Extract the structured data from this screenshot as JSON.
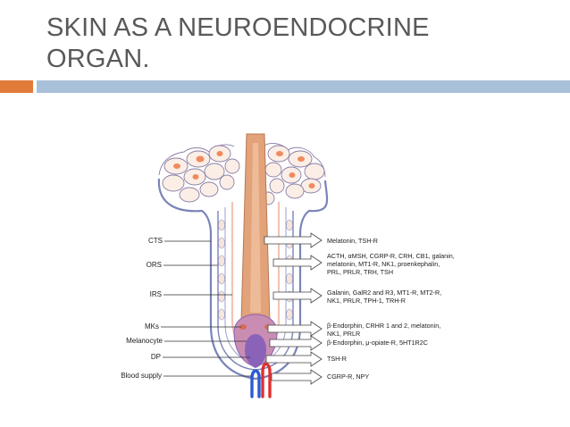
{
  "slide": {
    "title_line1": "SKIN AS A NEUROENDOCRINE",
    "title_line2": "ORGAN."
  },
  "colors": {
    "accent_orange": "#e07b39",
    "accent_blue": "#a9c0da",
    "title_text": "#595959",
    "hair_shaft": "#e2a27a",
    "cell_nucleus": "#f08a5d",
    "dermal_papilla": "#8a62b8",
    "blood_blue": "#2a5bd0",
    "blood_red": "#e03030"
  },
  "diagram": {
    "left_labels": [
      "CTS",
      "ORS",
      "IRS",
      "MKs",
      "Melanocyte",
      "DP",
      "Blood supply"
    ],
    "right_labels": [
      [
        "Melatonin, TSH-R"
      ],
      [
        "ACTH, αMSH, CGRP-R, CRH, CB1, galanin,",
        "melatonin, MT1-R, NK1, proenkephalin,",
        "PRL, PRLR, TRH, TSH"
      ],
      [
        "Galanin, GalR2 and R3, MT1-R, MT2-R,",
        "NK1, PRLR, TPH-1, TRH-R"
      ],
      [
        "β-Endorphin, CRHR 1 and 2, melatonin,",
        "NK1, PRLR"
      ],
      [
        "β-Endorphin, μ-opiate-R, 5HT1R2C"
      ],
      [
        "TSH-R"
      ],
      [
        "CGRP-R, NPY"
      ]
    ]
  }
}
